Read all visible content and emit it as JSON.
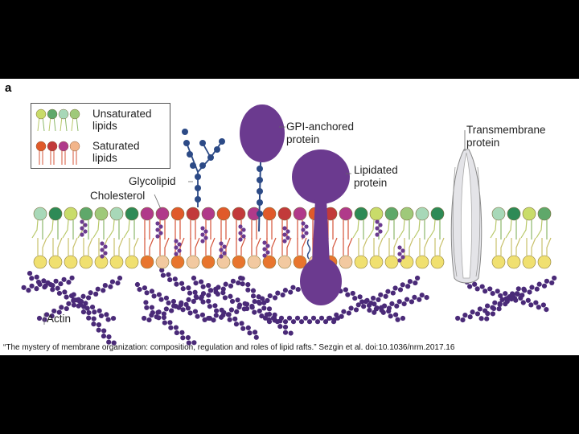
{
  "panel_label": "a",
  "legend": {
    "unsaturated": [
      "Unsaturated",
      "lipids"
    ],
    "saturated": [
      "Saturated",
      "lipids"
    ]
  },
  "labels": {
    "glycolipid": "Glycolipid",
    "cholesterol": "Cholesterol",
    "gpi": [
      "GPI-anchored",
      "protein"
    ],
    "lipidated": [
      "Lipidated",
      "protein"
    ],
    "transmembrane": [
      "Transmembrane",
      "protein"
    ],
    "actin": "Actin"
  },
  "caption": "“The mystery of membrane organization: composition, regulation and roles of lipid rafts.” Sezgin et al. doi:10.1036/nrm.2017.16",
  "colors": {
    "unsaturated_heads": [
      "#c9dc6a",
      "#5fa86a",
      "#9fc97a",
      "#a8d8b8",
      "#2e8a56"
    ],
    "saturated_heads": [
      "#e05a2a",
      "#c23a3a",
      "#b03a8a",
      "#e58a70",
      "#f2b58a"
    ],
    "raft_bottom_heads": [
      "#e8752e",
      "#f2c9a0"
    ],
    "leaflet_bottom_heads": "#f0e070",
    "protein": "#6b3a8f",
    "actin": "#4a2a78",
    "sugar": "#2c4a86"
  }
}
